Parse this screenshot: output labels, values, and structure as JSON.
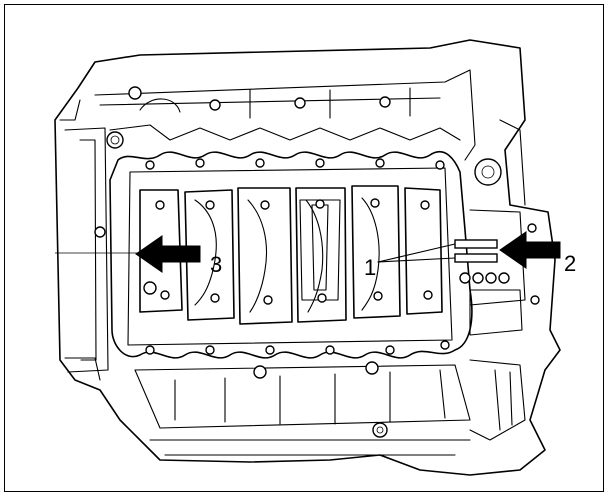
{
  "diagram": {
    "callouts": [
      {
        "id": "1",
        "label": "1"
      },
      {
        "id": "2",
        "label": "2"
      },
      {
        "id": "3",
        "label": "3"
      }
    ],
    "colors": {
      "line": "#000000",
      "background": "#ffffff"
    },
    "icons": {
      "arrow_left_1": "arrow-left-icon",
      "arrow_left_2": "arrow-left-icon"
    }
  }
}
